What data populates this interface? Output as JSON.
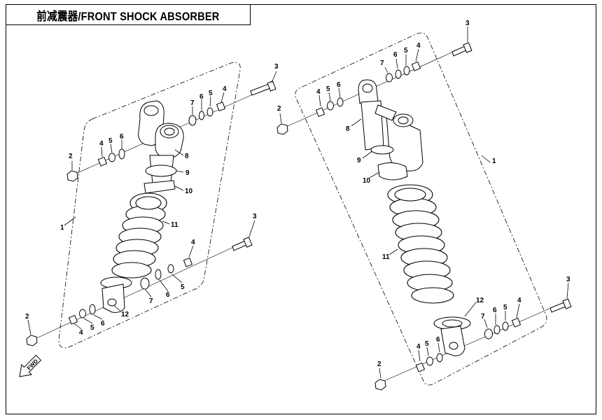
{
  "title": "前减震器/FRONT SHOCK ABSORBER",
  "fwd_label": "FWD",
  "callouts": {
    "left": {
      "assembly": "1",
      "nut_top": "2",
      "bolt_top": "3",
      "nut_lower": "2",
      "bolt_lower": "3",
      "spacer_top_r": "4",
      "washer_top_r": "5",
      "seal_top_r": "6",
      "bush_top_r": "7",
      "spacer_top_l": "4",
      "washer_top_l": "5",
      "seal_top_l": "6",
      "cap": "8",
      "ring9": "9",
      "retainer": "10",
      "spring": "11",
      "seat": "12",
      "spacer_low_r": "4",
      "washer_low_r": "5",
      "seal_low_r": "6",
      "bush_low_r": "7",
      "spacer_low_l": "4",
      "washer_low_l": "5",
      "seal_low_l": "6"
    },
    "right": {
      "assembly": "1",
      "nut_top": "2",
      "bolt_top": "3",
      "nut_lower": "2",
      "bolt_lower": "3",
      "spacer_top_r": "4",
      "washer_top_r": "5",
      "seal_top_r": "6",
      "bush_top_r": "7",
      "spacer_top_l": "4",
      "washer_top_l": "5",
      "seal_top_l": "6",
      "cap": "8",
      "ring9": "9",
      "retainer": "10",
      "spring": "11",
      "seat": "12",
      "spacer_low_r": "4",
      "washer_low_r": "5",
      "seal_low_r": "6",
      "bush_low_r": "7",
      "spacer_low_l": "4",
      "washer_low_l": "5",
      "seal_low_l": "6"
    }
  }
}
